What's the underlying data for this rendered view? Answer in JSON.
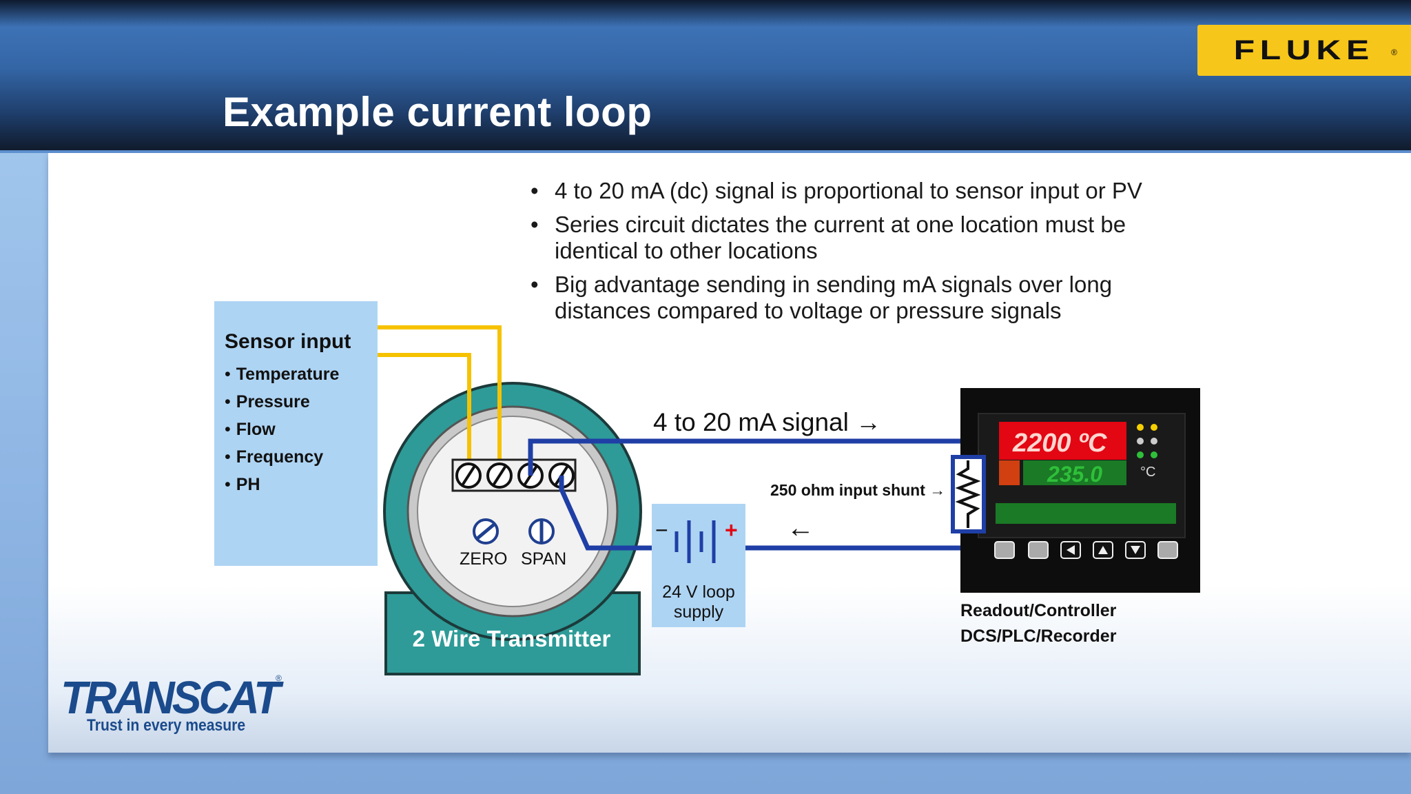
{
  "slide": {
    "title": "Example current loop",
    "bullets": [
      "4 to 20 mA (dc) signal is proportional to sensor input or PV",
      "Series circuit dictates the current at one location must be identical to other locations",
      "Big advantage sending in sending mA signals over long distances compared to voltage or pressure signals"
    ]
  },
  "brand": {
    "fluke": "FLUKE",
    "fluke_reg": "®",
    "transcat": "TRANSCAT",
    "transcat_reg": "®",
    "transcat_tagline": "Trust in every measure"
  },
  "sensor": {
    "title": "Sensor input",
    "bullet": "•",
    "items": [
      "Temperature",
      "Pressure",
      "Flow",
      "Frequency",
      "PH"
    ]
  },
  "diagram": {
    "signal_label": "4 to 20 mA signal →",
    "shunt_label": "250 ohm input shunt →",
    "return_arrow": "←",
    "zero_label": "ZERO",
    "span_label": "SPAN",
    "supply_label": "24 V loop supply",
    "supply_minus": "−",
    "supply_plus": "+",
    "transmitter_label": "2 Wire Transmitter",
    "readout_label_line1": "Readout/Controller",
    "readout_label_line2": "DCS/PLC/Recorder",
    "controller_display": "2200 ºC",
    "controller_secondary": "235.0",
    "controller_unit": "°C"
  },
  "colors": {
    "sensor_wire": "#f6c200",
    "loop_wire": "#1f3fa6",
    "transmitter_teal": "#2e9b98",
    "box_light_blue": "#aed4f3",
    "header_blue": "#3466a6",
    "fluke_yellow": "#f6c61a",
    "controller_red": "#e30613",
    "controller_green": "#1fa02c"
  }
}
